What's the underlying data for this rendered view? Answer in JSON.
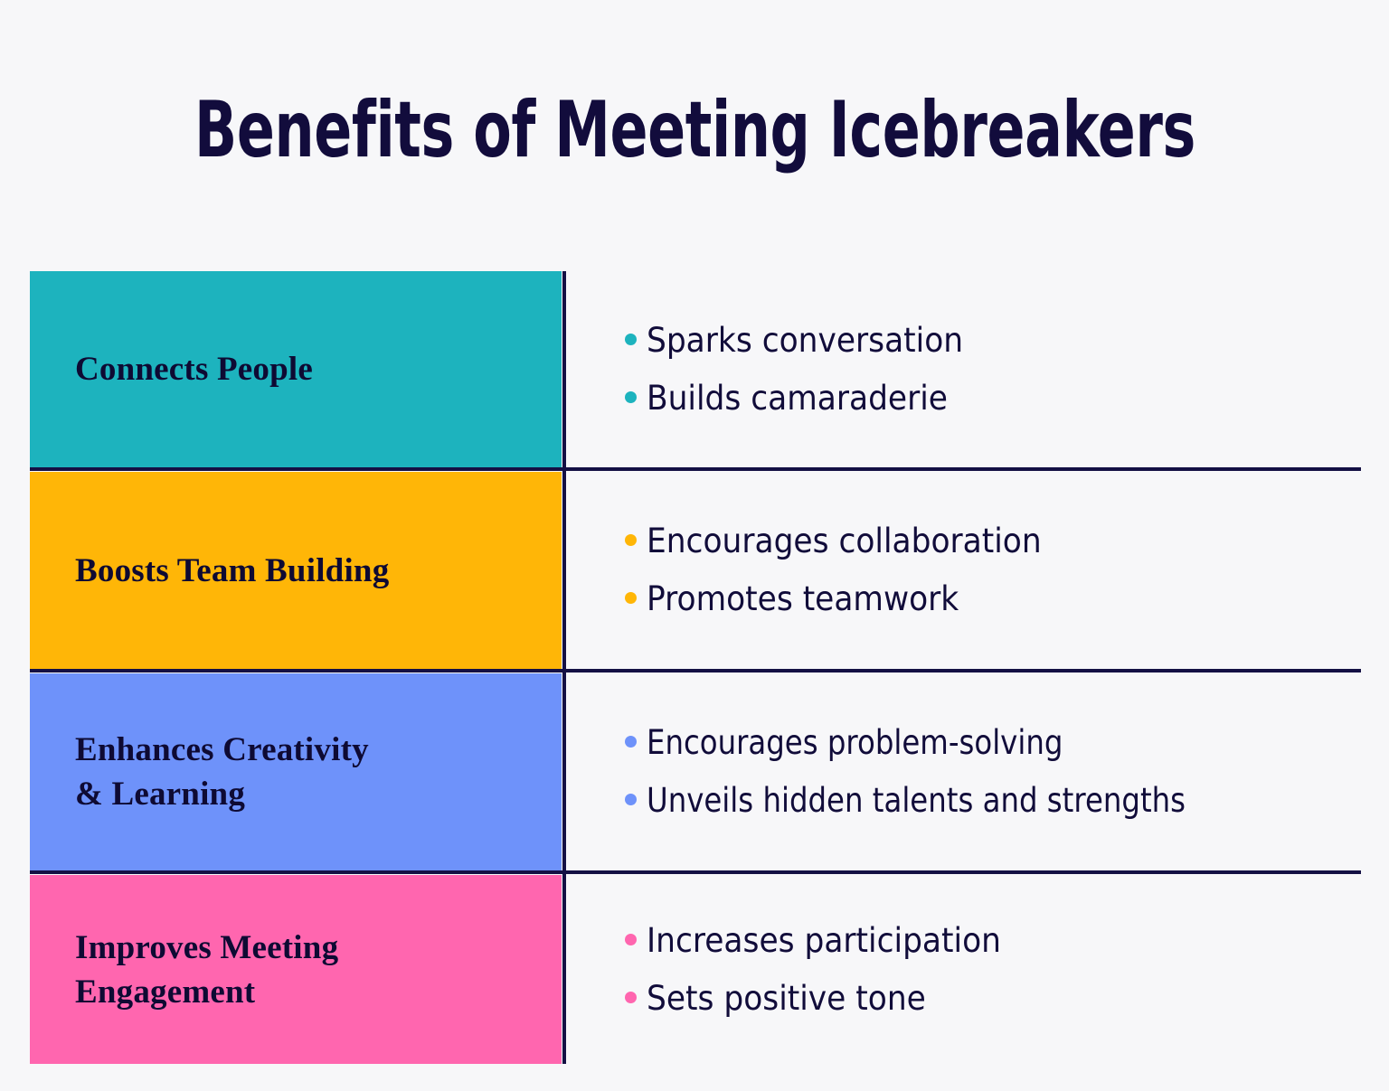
{
  "title": "Benefits of Meeting Icebreakers",
  "colors": {
    "background": "#f7f7f9",
    "ink": "#110c3a",
    "divider": "#141044",
    "teal": "#1db3be",
    "amber": "#ffb607",
    "blue": "#6e92fa",
    "pink": "#ff66af"
  },
  "rows": [
    {
      "label": "Connects People",
      "block_color": "#1db3be",
      "bullet_color": "#1db3be",
      "bullets": [
        "Sparks conversation",
        "Builds camaraderie"
      ]
    },
    {
      "label": "Boosts Team Building",
      "block_color": "#ffb607",
      "bullet_color": "#ffb607",
      "bullets": [
        "Encourages collaboration",
        "Promotes teamwork"
      ]
    },
    {
      "label": "Enhances Creativity\n& Learning",
      "block_color": "#6e92fa",
      "bullet_color": "#6e92fa",
      "bullets": [
        "Encourages problem-solving",
        "Unveils hidden talents and strengths"
      ]
    },
    {
      "label": "Improves Meeting\nEngagement",
      "block_color": "#ff66af",
      "bullet_color": "#ff66af",
      "bullets": [
        "Increases participation",
        "Sets positive tone"
      ]
    }
  ]
}
